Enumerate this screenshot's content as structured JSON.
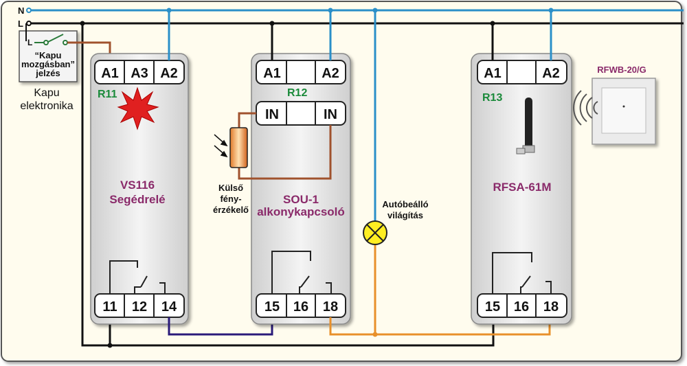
{
  "rails": {
    "n_label": "N",
    "l_label": "L"
  },
  "switch": {
    "l_label": "L",
    "caption_line1": "“Kapu",
    "caption_line2": "mozgásban”",
    "caption_line3": "jelzés",
    "under_line1": "Kapu",
    "under_line2": "elektronika"
  },
  "modules": [
    {
      "tag": "R11",
      "name_line1": "VS116",
      "name_line2": "Segédrelé",
      "top_terminals": [
        "A1",
        "A3",
        "A2"
      ],
      "bottom_terminals": [
        "11",
        "12",
        "14"
      ]
    },
    {
      "tag": "R12",
      "name_line1": "SOU-1",
      "name_line2": "alkonykapcsoló",
      "top_terminals": [
        "A1",
        "",
        "A2"
      ],
      "input_terminals": [
        "IN",
        "",
        "IN"
      ],
      "bottom_terminals": [
        "15",
        "16",
        "18"
      ]
    },
    {
      "tag": "R13",
      "name_line1": "RFSA-61M",
      "top_terminals": [
        "A1",
        "",
        "A2"
      ],
      "bottom_terminals": [
        "15",
        "16",
        "18"
      ]
    }
  ],
  "sensor": {
    "line1": "Külső",
    "line2": "fény-",
    "line3": "érzékelő"
  },
  "lamp": {
    "line1": "Autóbeálló",
    "line2": "világítás"
  },
  "wall_switch": {
    "label": "RFWB-20/G"
  },
  "colors": {
    "neutral": "#2a8fc8",
    "phase": "#111111",
    "brown": "#a0522d",
    "orange": "#e8902a",
    "navy": "#2a1a7a",
    "module_fill": "#e4e4e4",
    "tag_green": "#1a8a3a",
    "name_purple": "#8a2a6a"
  }
}
